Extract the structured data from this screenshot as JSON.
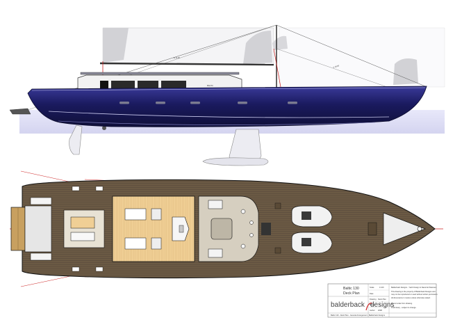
{
  "project": {
    "name": "Baltic 130",
    "sheet": "Deck Plan"
  },
  "designer": {
    "logo_main": "balderback",
    "logo_suffix": "designs"
  },
  "title_block": {
    "labels": [
      "Scale",
      "Date",
      "Drawing",
      "Sheet",
      "Author"
    ],
    "values": [
      "1:100",
      "",
      "Deck Plan",
      "1",
      "2008"
    ],
    "notes": [
      "Balderback Designs - Yacht Design & Naval Architecture",
      "This drawing is the property of Balderback Designs and",
      "may not be reproduced or used without written permission.",
      "All dimensions in metres unless otherwise stated.",
      "Do not scale from drawing.",
      "Preliminary - subject to change."
    ],
    "footer": "Baltic 130 - Deck Plan - General Arrangement - Balderback Designs"
  },
  "profile": {
    "boom_label": "E 11.00",
    "mast_label": "P 48.00",
    "hull_name": "BALTIC"
  },
  "colors": {
    "hull_navy": "#1a1a5e",
    "hull_highlight": "#3a3a9a",
    "sail_grey": "#d0d0d4",
    "sea": "#dcdcf4",
    "teak": "#6b5a44",
    "teak_light": "#8c7556",
    "cockpit_wood": "#f0cf95",
    "red_line": "#cc2222",
    "line_black": "#111111"
  }
}
